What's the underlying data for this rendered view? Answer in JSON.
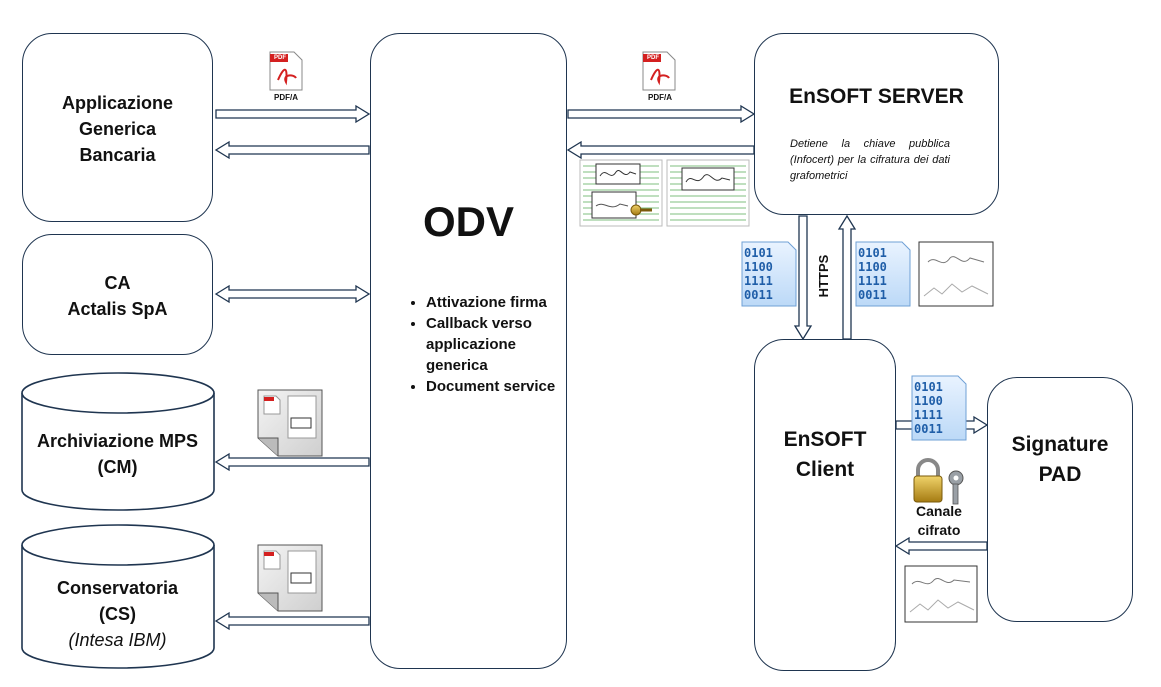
{
  "nodes": {
    "app_generica": {
      "lines": [
        "Applicazione",
        "Generica",
        "Bancaria"
      ]
    },
    "ca": {
      "lines": [
        "CA",
        "Actalis SpA"
      ]
    },
    "archiviazione": {
      "lines": [
        "Archiviazione MPS",
        "(CM)"
      ]
    },
    "conservatoria": {
      "line1": "Conservatoria",
      "line2": "(CS)",
      "line3": "(Intesa IBM)"
    },
    "odv": {
      "title": "ODV",
      "bullets": [
        "Attivazione firma",
        "Callback verso applicazione generica",
        "Document service"
      ]
    },
    "server": {
      "title": "EnSOFT SERVER",
      "desc": "Detiene la chiave pubblica (Infocert) per la cifratura dei dati grafometrici"
    },
    "client": {
      "lines": [
        "EnSOFT",
        "Client"
      ]
    },
    "pad": {
      "lines": [
        "Signature",
        "PAD"
      ]
    }
  },
  "labels": {
    "pdfa_1": "PDF/A",
    "pdfa_2": "PDF/A",
    "https": "HTTPS",
    "canale": [
      "Canale",
      "cifrato"
    ],
    "binary": [
      "0101",
      "1100",
      "1111",
      "0011"
    ],
    "pdf_tag": "PDF"
  },
  "colors": {
    "border": "#1f3550",
    "arrow_fill": "#ffffff",
    "binary": "#1f5ea8",
    "pdf_red": "#d42020"
  }
}
